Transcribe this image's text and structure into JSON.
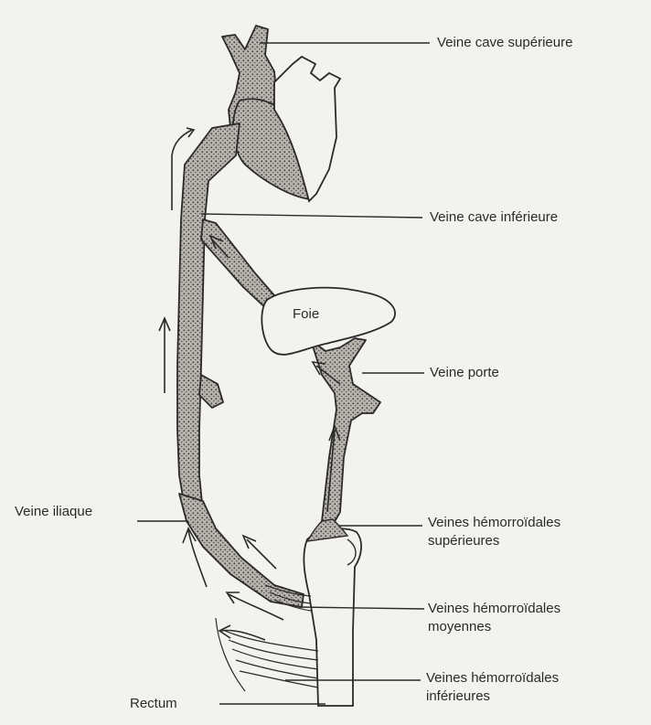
{
  "labels": {
    "vcs": "Veine cave supérieure",
    "vci": "Veine cave inférieure",
    "foie": "Foie",
    "porte": "Veine porte",
    "iliaque": "Veine iliaque",
    "sup_1": "Veines hémorroïdales",
    "sup_2": "supérieures",
    "moy_1": "Veines hémorroïdales",
    "moy_2": "moyennes",
    "inf_1": "Veines hémorroïdales",
    "inf_2": "inférieures",
    "rectum": "Rectum"
  },
  "colors": {
    "ink": "#2a2a2a",
    "vessel_fill": "#9a9792",
    "paper": "#f4f2ed"
  }
}
